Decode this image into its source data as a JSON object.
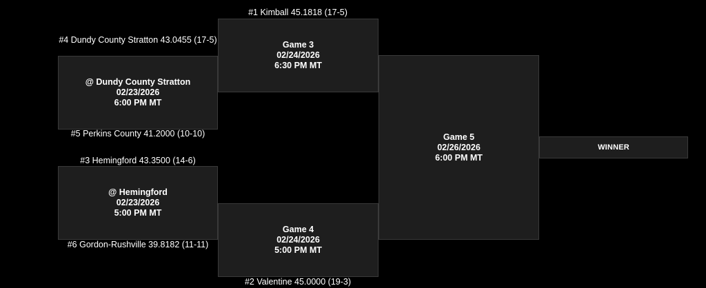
{
  "games": {
    "g1": {
      "title": "@ Dundy County Stratton",
      "date": "02/23/2026",
      "time": "6:00 PM MT"
    },
    "g2": {
      "title": "@ Hemingford",
      "date": "02/23/2026",
      "time": "5:00 PM MT"
    },
    "g3": {
      "title": "Game 3",
      "date": "02/24/2026",
      "time": "6:30 PM MT"
    },
    "g4": {
      "title": "Game 4",
      "date": "02/24/2026",
      "time": "5:00 PM MT"
    },
    "g5": {
      "title": "Game 5",
      "date": "02/26/2026",
      "time": "6:00 PM MT"
    }
  },
  "winner_label": "WINNER",
  "seeds": {
    "s1": "#1 Kimball 45.1818 (17-5)",
    "s4": "#4 Dundy County Stratton 43.0455 (17-5)",
    "s5": "#5 Perkins County 41.2000 (10-10)",
    "s3": "#3 Hemingford 43.3500 (14-6)",
    "s6": "#6 Gordon-Rushville 39.8182 (11-11)",
    "s2": "#2 Valentine 45.0000 (19-3)"
  }
}
